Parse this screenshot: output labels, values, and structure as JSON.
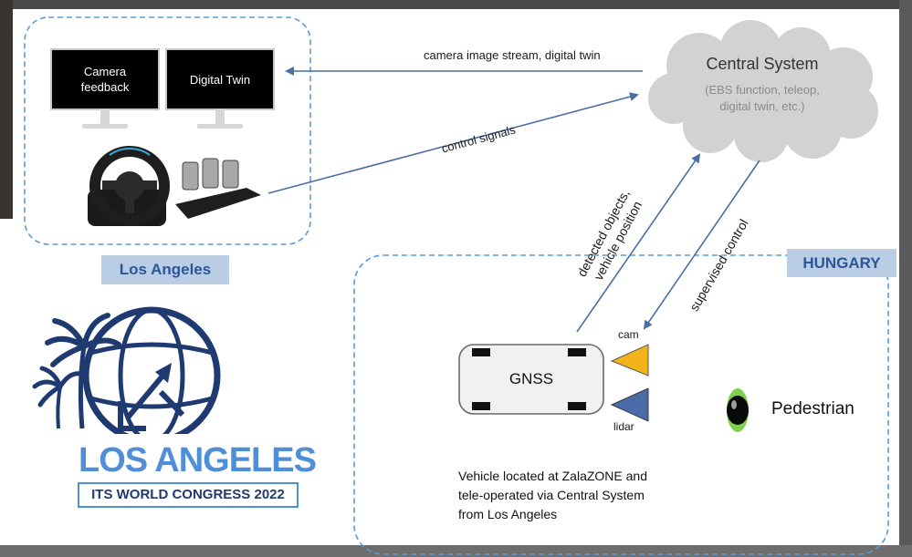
{
  "la_panel": {
    "monitor_left_label": "Camera\nfeedback",
    "monitor_right_label": "Digital Twin",
    "region_label": "Los Angeles"
  },
  "central": {
    "title": "Central System",
    "subtitle": "(EBS function, teleop,\ndigital twin, etc.)"
  },
  "links": {
    "stream": "camera image stream, digital twin",
    "control": "control signals",
    "detected": "detected objects,\nvehicle position",
    "supervised": "supervised control"
  },
  "hungary_panel": {
    "region_label": "HUNGARY",
    "vehicle_label": "GNSS",
    "cam_label": "cam",
    "lidar_label": "lidar",
    "pedestrian_label": "Pedestrian",
    "note": "Vehicle located at ZalaZONE and\ntele-operated via Central System\nfrom Los Angeles"
  },
  "logo": {
    "city": "LOS ANGELES",
    "event": "ITS WORLD CONGRESS 2022"
  },
  "colors": {
    "arrow": "#4a6fa5",
    "dashed_border": "#5b9bd5",
    "badge_bg": "#b9cde4",
    "badge_text": "#2f5597",
    "cam_sensor": "#f2b31b",
    "lidar_sensor": "#4a6aa8",
    "logo_navy": "#1f3a70",
    "logo_blue": "#4f8fd8"
  }
}
